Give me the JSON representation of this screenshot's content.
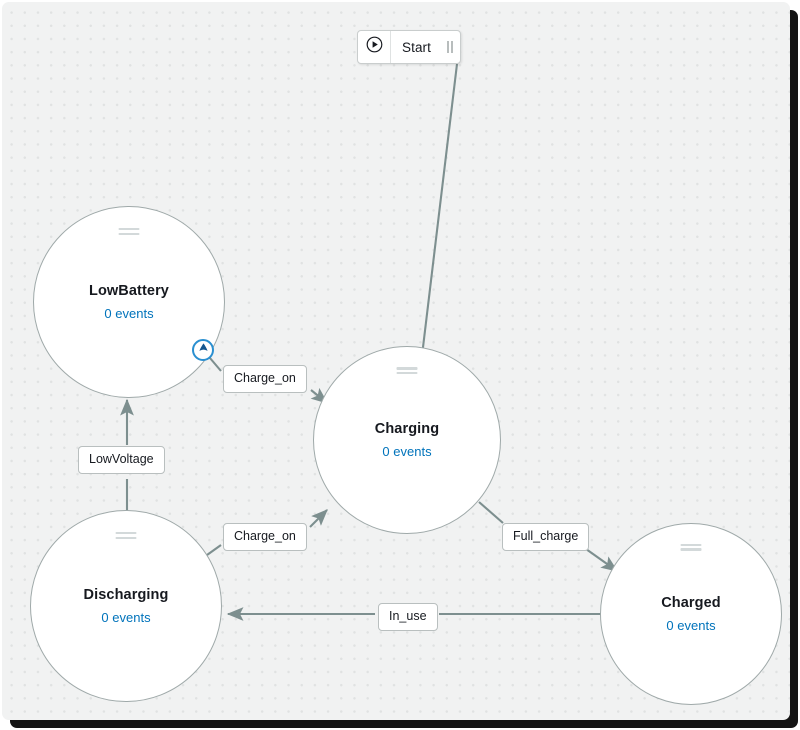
{
  "diagram": {
    "type": "state-machine",
    "background_color": "#f1f2f2",
    "accent_color": "#0073bb",
    "edge_color": "#7d8f8f",
    "start": {
      "label": "Start",
      "play_icon": "play-circle-icon",
      "pause_icon": "pause-icon"
    },
    "nodes": [
      {
        "id": "lowbattery",
        "title": "LowBattery",
        "events": "0 events"
      },
      {
        "id": "charging",
        "title": "Charging",
        "events": "0 events"
      },
      {
        "id": "discharging",
        "title": "Discharging",
        "events": "0 events"
      },
      {
        "id": "charged",
        "title": "Charged",
        "events": "0 events"
      }
    ],
    "transitions": [
      {
        "id": "t-start",
        "label": "",
        "from": "Start",
        "to": "Charging"
      },
      {
        "id": "t-charge-on-1",
        "label": "Charge_on",
        "from": "LowBattery",
        "to": "Charging"
      },
      {
        "id": "t-lowvoltage",
        "label": "LowVoltage",
        "from": "Discharging",
        "to": "LowBattery"
      },
      {
        "id": "t-charge-on-2",
        "label": "Charge_on",
        "from": "Discharging",
        "to": "Charging"
      },
      {
        "id": "t-full-charge",
        "label": "Full_charge",
        "from": "Charging",
        "to": "Charged"
      },
      {
        "id": "t-in-use",
        "label": "In_use",
        "from": "Charged",
        "to": "Discharging"
      }
    ],
    "connector_handle": {
      "icon": "connector-arrow-icon"
    }
  }
}
